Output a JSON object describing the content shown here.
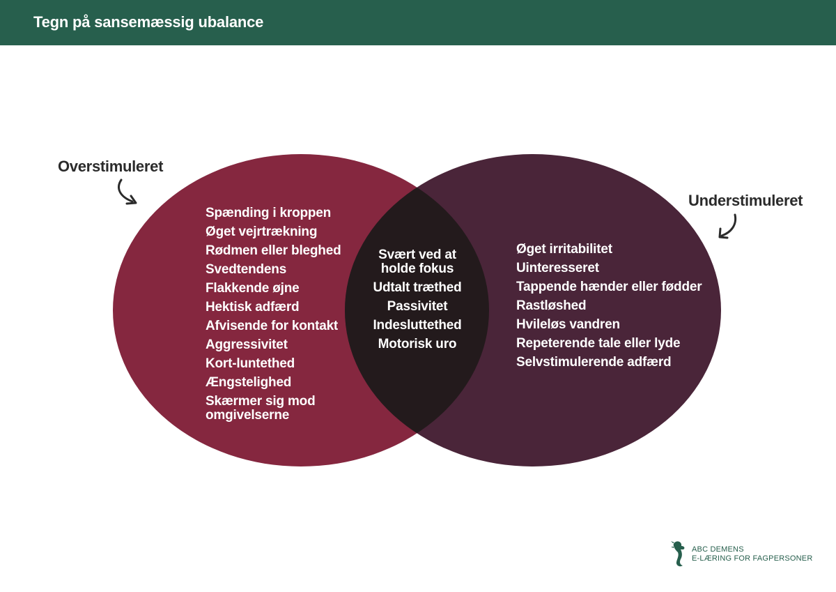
{
  "header": {
    "title": "Tegn på sansemæssig ubalance"
  },
  "labels": {
    "left": "Overstimuleret",
    "right": "Understimuleret"
  },
  "colors": {
    "header": "#275f4d",
    "left_circle": "#85273f",
    "right_circle": "#4a2539",
    "overlap": "#231a1c",
    "text": "#ffffff"
  },
  "left_items": [
    "Spænding i kroppen",
    "Øget vejrtrækning",
    "Rødmen eller bleghed",
    "Svedtendens",
    "Flakkende øjne",
    "Hektisk adfærd",
    "Afvisende for kontakt",
    "Aggressivitet",
    "Kort-luntethed",
    "Ængstelighed",
    "Skærmer sig mod omgivelserne"
  ],
  "center_items": [
    "Svært ved at holde fokus",
    "Udtalt træthed",
    "Passivitet",
    "Indesluttethed",
    "Motorisk uro"
  ],
  "right_items": [
    "Øget irritabilitet",
    "Uinteresseret",
    "Tappende hænder eller fødder",
    "Rastløshed",
    "Hvileløs vandren",
    "Repeterende tale eller lyde",
    "Selvstimulerende adfærd"
  ],
  "logo": {
    "icon": "seahorse-icon",
    "line1": "ABC DEMENS",
    "line2": "E-LÆRING FOR FAGPERSONER"
  }
}
